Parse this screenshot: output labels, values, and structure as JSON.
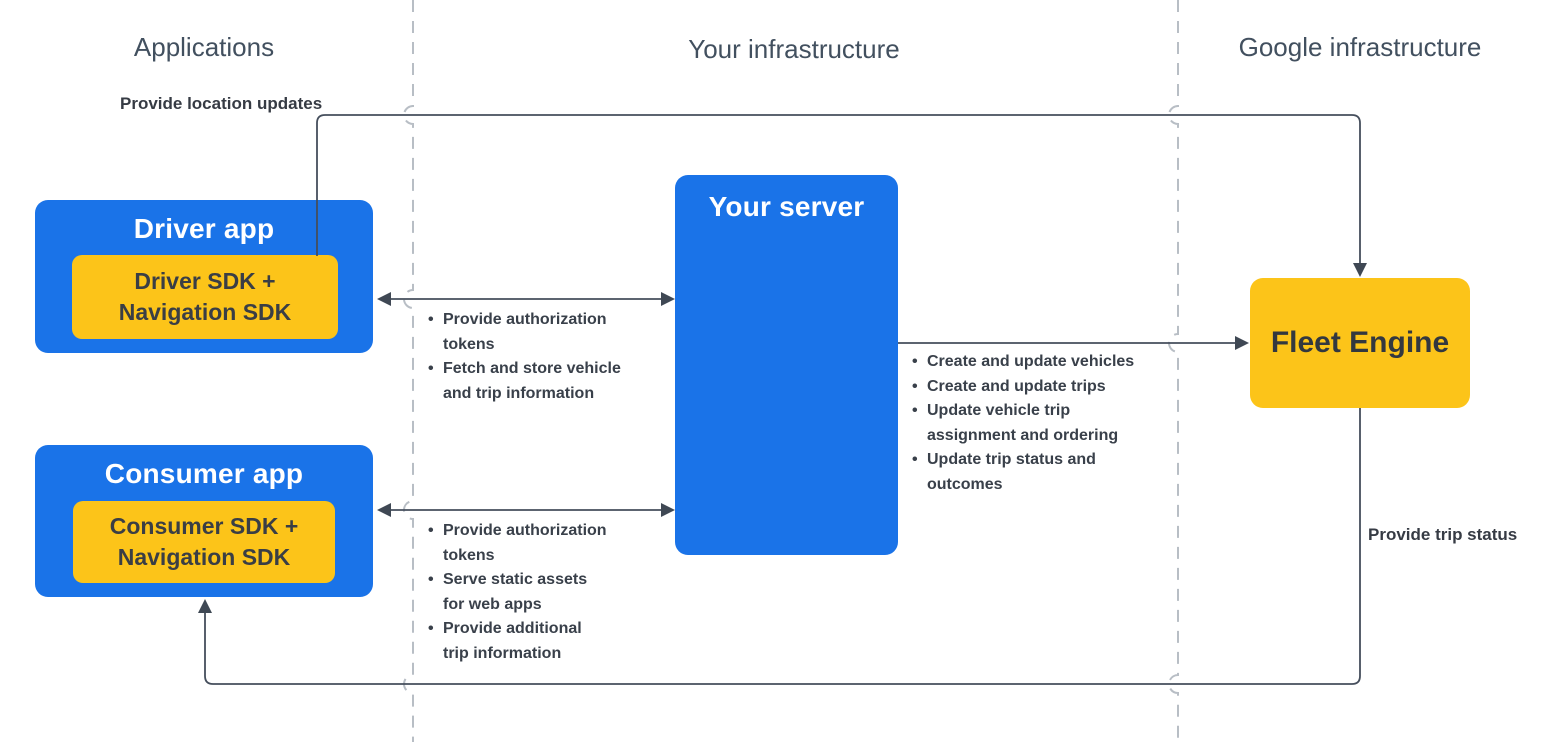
{
  "diagram": {
    "columns": [
      {
        "label": "Applications"
      },
      {
        "label": "Your infrastructure"
      },
      {
        "label": "Google infrastructure"
      }
    ],
    "nodes": {
      "driver_app": {
        "title": "Driver app",
        "sdk_line1": "Driver SDK +",
        "sdk_line2": "Navigation SDK"
      },
      "consumer_app": {
        "title": "Consumer app",
        "sdk_line1": "Consumer SDK +",
        "sdk_line2": "Navigation SDK"
      },
      "your_server": {
        "title": "Your server"
      },
      "fleet_engine": {
        "title": "Fleet Engine"
      }
    },
    "edges": {
      "location_updates": {
        "label": "Provide location updates"
      },
      "trip_status": {
        "label": "Provide trip status"
      },
      "driver_server": {
        "bullets": [
          {
            "text": "Provide authorization tokens",
            "lines": [
              "Provide authorization",
              "tokens"
            ]
          },
          {
            "text": "Fetch and store vehicle and trip information",
            "lines": [
              "Fetch and store vehicle",
              "and trip information"
            ]
          }
        ]
      },
      "consumer_server": {
        "bullets": [
          {
            "text": "Provide authorization tokens",
            "lines": [
              "Provide authorization",
              "tokens"
            ]
          },
          {
            "text": "Serve static assets for web apps",
            "lines": [
              "Serve static assets",
              "for web apps"
            ]
          },
          {
            "text": "Provide additional trip information",
            "lines": [
              "Provide additional",
              "trip information"
            ]
          }
        ]
      },
      "server_fleet": {
        "bullets": [
          {
            "text": "Create and update vehicles",
            "lines": [
              "Create and update vehicles"
            ]
          },
          {
            "text": "Create and update trips",
            "lines": [
              "Create and update trips"
            ]
          },
          {
            "text": "Update vehicle trip assignment and ordering",
            "lines": [
              "Update vehicle trip",
              "assignment and ordering"
            ]
          },
          {
            "text": "Update trip status and outcomes",
            "lines": [
              "Update trip status and",
              "outcomes"
            ]
          }
        ]
      }
    },
    "colors": {
      "box_blue": "#1a73e8",
      "box_yellow": "#fcc419",
      "connector_line": "#454e5c",
      "arrowhead": "#3f4854",
      "dashed_separator": "#b8bec5",
      "header_text": "#42505f",
      "dark_text": "#39404a",
      "white_text": "#ffffff"
    }
  }
}
